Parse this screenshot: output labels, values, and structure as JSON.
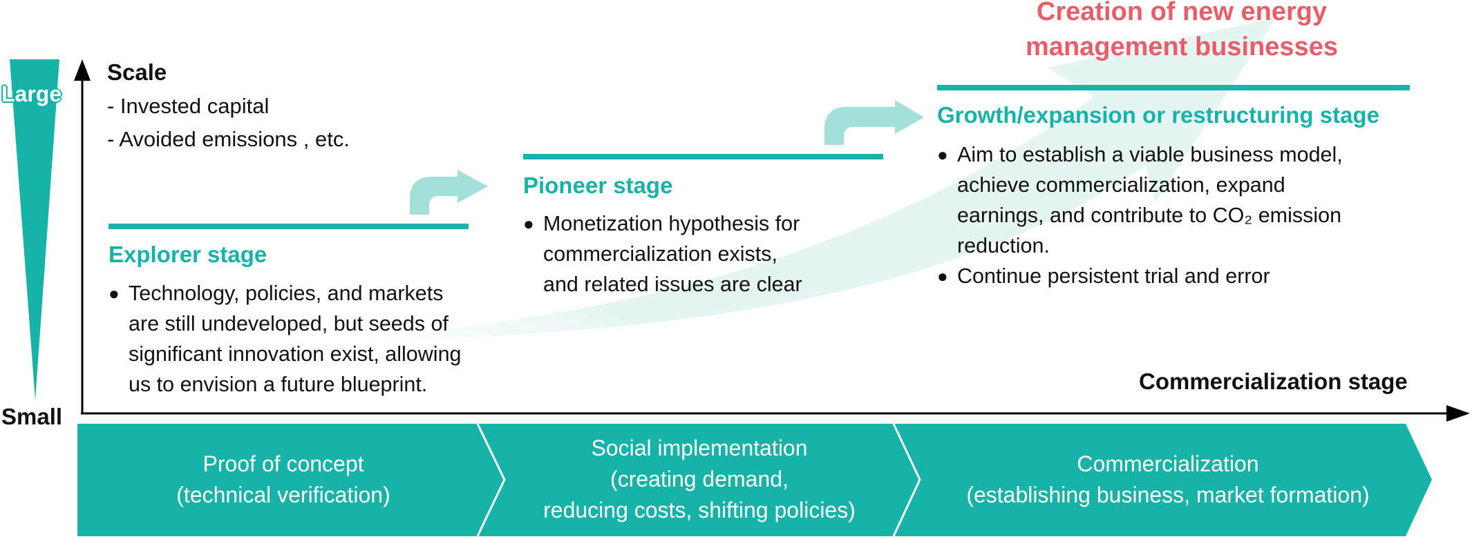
{
  "colors": {
    "teal": "#17b3a8",
    "light_teal_arrow": "#a3e0dc",
    "big_arrow_fill": "#e4f5f4",
    "goal_red": "#e85d68",
    "axis": "#000000",
    "text": "#111111"
  },
  "y_axis": {
    "title": "Scale",
    "items": [
      "- Invested capital",
      "- Avoided emissions , etc."
    ],
    "large_label": "Large",
    "small_label": "Small"
  },
  "x_axis": {
    "title": "Commercialization stage"
  },
  "goal": {
    "line1": "Creation of new energy",
    "line2": "management businesses"
  },
  "stages": [
    {
      "title": "Explorer stage",
      "bullets": [
        [
          "Technology, policies, and markets",
          "are still undeveloped, but seeds of",
          "significant innovation exist, allowing",
          "us to envision a future blueprint."
        ]
      ]
    },
    {
      "title": "Pioneer stage",
      "bullets": [
        [
          "Monetization hypothesis for",
          "commercialization exists,",
          "and related issues are clear"
        ]
      ]
    },
    {
      "title": "Growth/expansion or restructuring stage",
      "bullets": [
        [
          "Aim to establish a viable business model,",
          "achieve commercialization, expand",
          "earnings, and contribute to CO₂ emission",
          "reduction."
        ],
        [
          "Continue persistent trial and error"
        ]
      ]
    }
  ],
  "phases": [
    {
      "lines": [
        "Proof of concept",
        "(technical verification)"
      ]
    },
    {
      "lines": [
        "Social implementation",
        " (creating demand,",
        "reducing costs, shifting policies)"
      ]
    },
    {
      "lines": [
        "Commercialization",
        "(establishing business, market formation)"
      ]
    }
  ],
  "bullet_glyph": "●"
}
